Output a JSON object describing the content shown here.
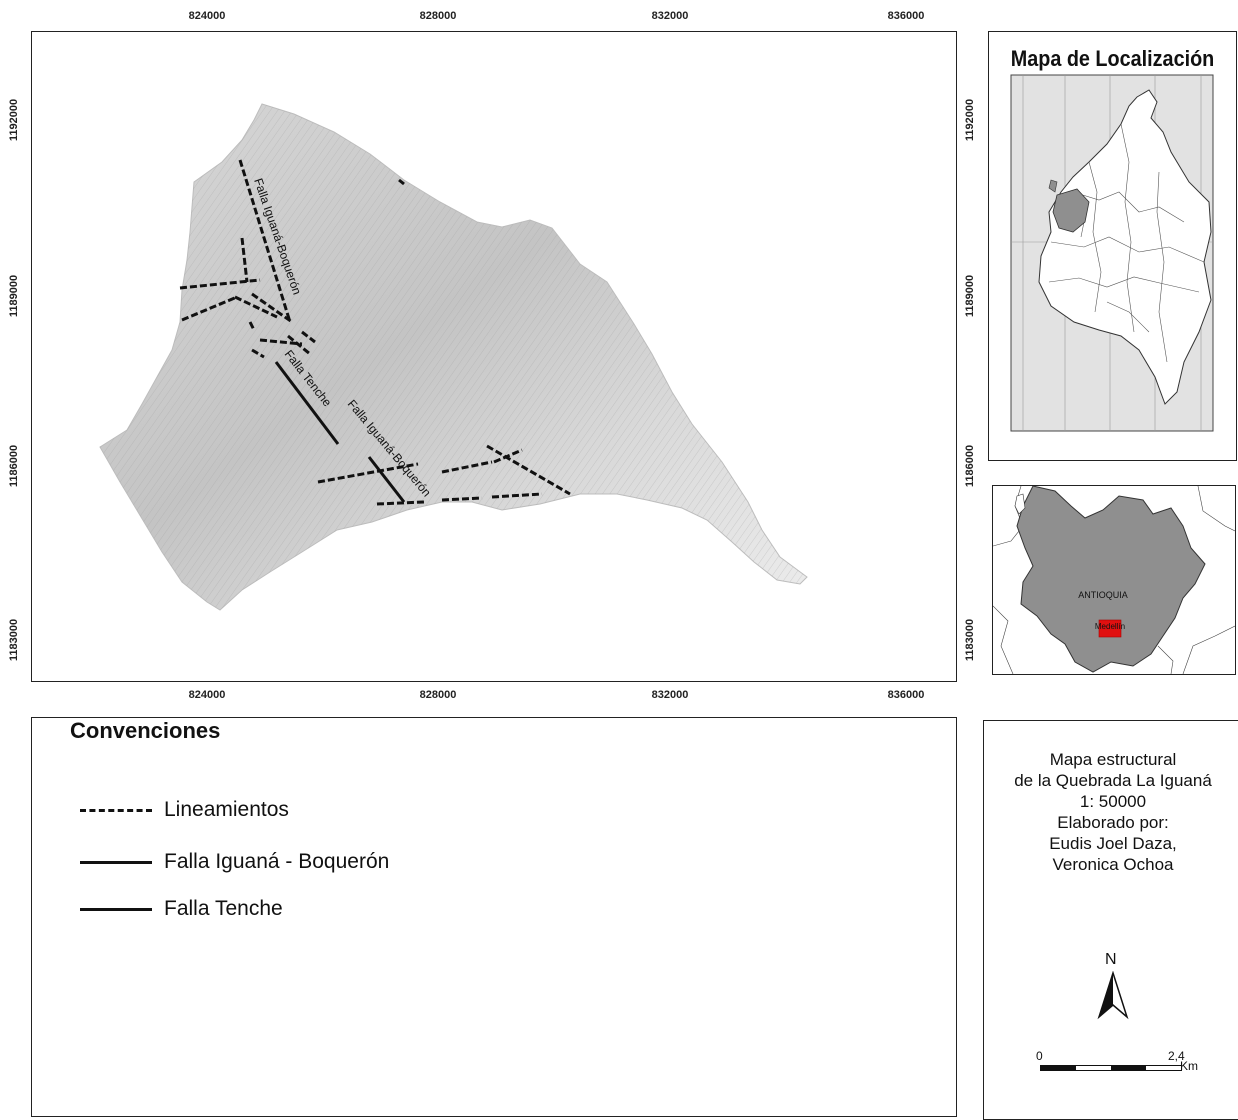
{
  "grid": {
    "x_labels": [
      "824000",
      "828000",
      "832000",
      "836000"
    ],
    "y_labels": [
      "1192000",
      "1189000",
      "1186000",
      "1183000"
    ]
  },
  "map": {
    "labels": {
      "iguana_north": "Falla Iguaná-Boquerón",
      "tenche": "Falla Tenche",
      "iguana_south": "Falla Iguaná-Boquerón"
    }
  },
  "inset": {
    "title": "Mapa de Localización",
    "antioquia_label": "ANTIOQUIA",
    "medellin_label": "Medellín",
    "highlight_color": "#e01010",
    "department_fill": "#8f8f8f"
  },
  "legend": {
    "title": "Convenciones",
    "items": [
      {
        "label": "Lineamientos",
        "style": "dashed"
      },
      {
        "label": "Falla Iguaná - Boquerón",
        "style": "solid"
      },
      {
        "label": "Falla Tenche",
        "style": "solid"
      }
    ]
  },
  "title_block": {
    "line1": "Mapa estructural",
    "line2": "de la Quebrada La Iguaná",
    "line3": "1: 50000",
    "line4": "Elaborado por:",
    "line5": "Eudis Joel Daza,",
    "line6": "Veronica Ochoa"
  },
  "north": {
    "label": "N"
  },
  "scale": {
    "start": "0",
    "end": "2,4",
    "unit": "Km"
  }
}
